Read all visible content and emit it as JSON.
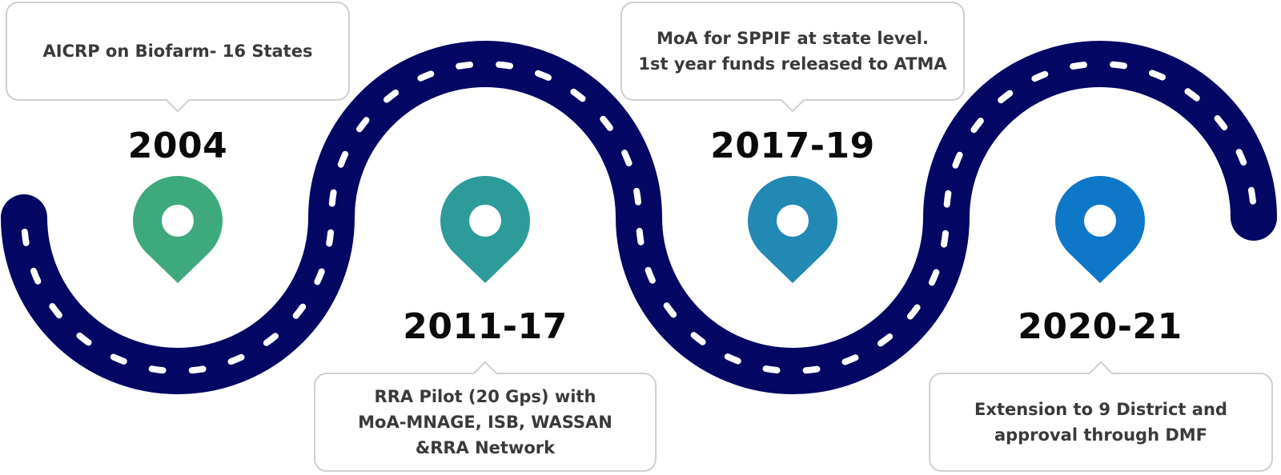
{
  "colors": {
    "road": "#040764",
    "road_marking": "#ffffff",
    "pin_1": "#3ea97c",
    "pin_2": "#2e9b9b",
    "pin_3": "#2288b4",
    "pin_4": "#0e77c8",
    "callout_border": "#cfcfcf",
    "text_dark": "#0a0a0a",
    "text_callout": "#3a3a3a"
  },
  "milestones": [
    {
      "year": "2004",
      "lines": [
        "AICRP on Biofarm- 16 States"
      ],
      "pin_icon": "map-pin-icon",
      "pin_color": "#3ea97c"
    },
    {
      "year": "2011-17",
      "lines": [
        "RRA Pilot (20 Gps) with",
        "MoA-MNAGE, ISB, WASSAN",
        "&RRA Network"
      ],
      "pin_icon": "map-pin-icon",
      "pin_color": "#2e9b9b"
    },
    {
      "year": "2017-19",
      "lines": [
        "MoA for SPPIF at state level.",
        "1st year funds released to ATMA"
      ],
      "pin_icon": "map-pin-icon",
      "pin_color": "#2288b4"
    },
    {
      "year": "2020-21",
      "lines": [
        "Extension to 9 District and",
        "approval through DMF"
      ],
      "pin_icon": "map-pin-icon",
      "pin_color": "#0e77c8"
    }
  ]
}
